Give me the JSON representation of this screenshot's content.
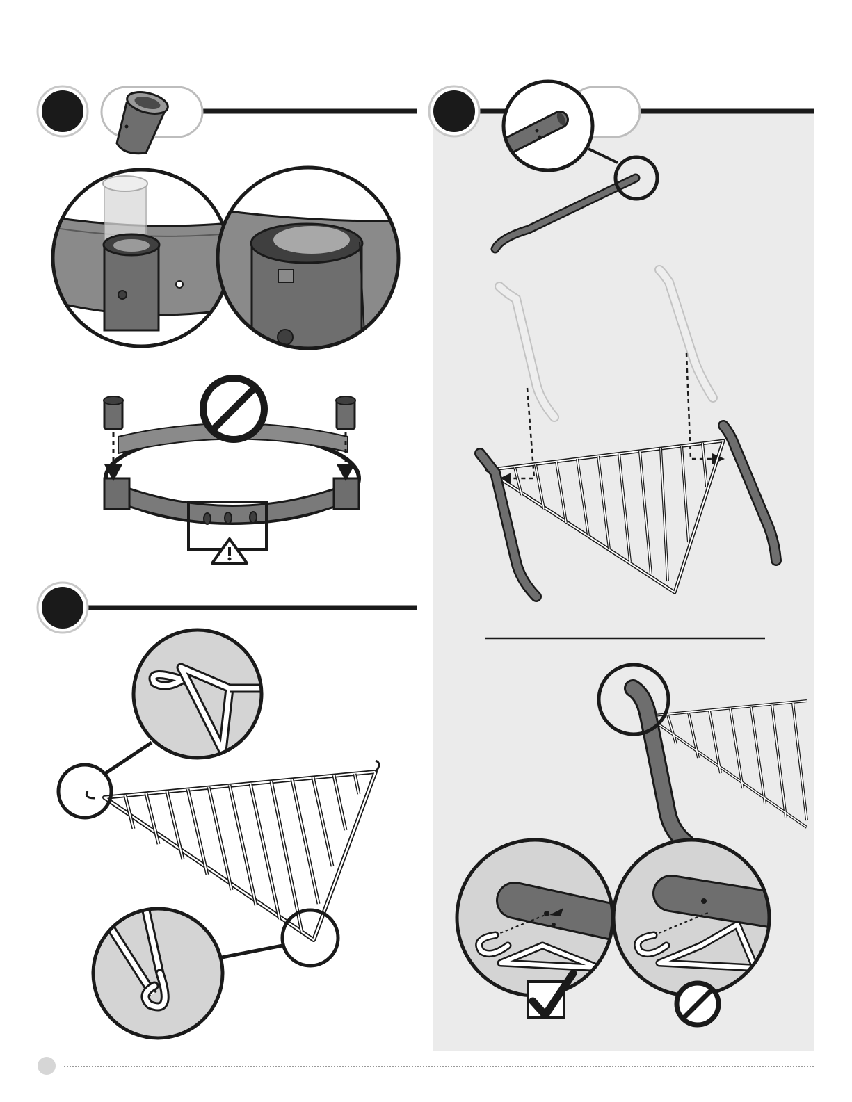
{
  "page": {
    "page_number": "",
    "colors": {
      "panel_background": "#ebebeb",
      "step_badge": "#1a1a1a",
      "metal_part": "#6e6e6e",
      "wire": "#ffffff",
      "outline": "#1a1a1a"
    }
  },
  "steps": [
    {
      "id": "step-a",
      "number": "",
      "part_icon": "sleeve-part-icon"
    },
    {
      "id": "step-b",
      "number": "",
      "part_icon": "leg-part-icon"
    },
    {
      "id": "step-c",
      "number": "",
      "part_icon": ""
    }
  ],
  "symbols": {
    "prohibited": "prohibited-icon",
    "warning": "warning-triangle-icon",
    "correct": "checkmark-box-icon"
  }
}
